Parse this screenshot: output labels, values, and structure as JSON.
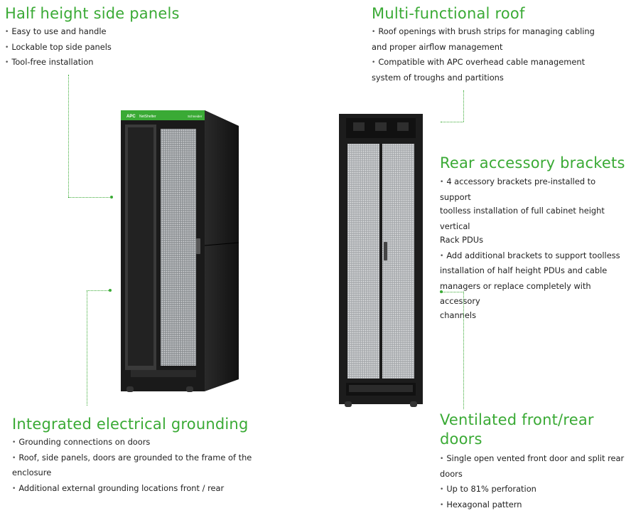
{
  "sections": {
    "side_panels": {
      "title": "Half height side panels",
      "bullets": [
        "Easy to use and handle",
        "Lockable top side panels",
        "Tool-free installation"
      ]
    },
    "roof": {
      "title": "Multi-functional  roof",
      "bullets": [
        "Roof openings with brush strips for managing cabling",
        "and proper airflow management",
        "Compatible with APC overhead cable management",
        "system of troughs and partitions"
      ]
    },
    "brackets": {
      "title": "Rear accessory brackets",
      "bullets": [
        "4 accessory brackets pre-installed to support",
        "toolless installation of full cabinet height vertical",
        "Rack PDUs",
        "Add additional brackets to support toolless",
        "installation of half height PDUs and cable",
        "managers or replace completely with accessory",
        "channels"
      ]
    },
    "grounding": {
      "title": "Integrated electrical grounding",
      "bullets": [
        "Grounding connections on doors",
        "Roof, side panels, doors are grounded to the frame of the",
        "enclosure",
        "Additional external grounding locations front / rear"
      ]
    },
    "doors": {
      "title_line1": "Ventilated  front/rear",
      "title_line2": "doors",
      "bullets": [
        "Single open vented front door and split rear",
        "doors",
        "Up to 81% perforation",
        "Hexagonal pattern"
      ]
    }
  },
  "product_label": {
    "brand": "APC",
    "model": "NetShelter",
    "maker": "Schneider"
  },
  "colors": {
    "accent": "#3aaa35",
    "cabinet": "#1c1c1c",
    "perforation": "#c9ccce"
  }
}
